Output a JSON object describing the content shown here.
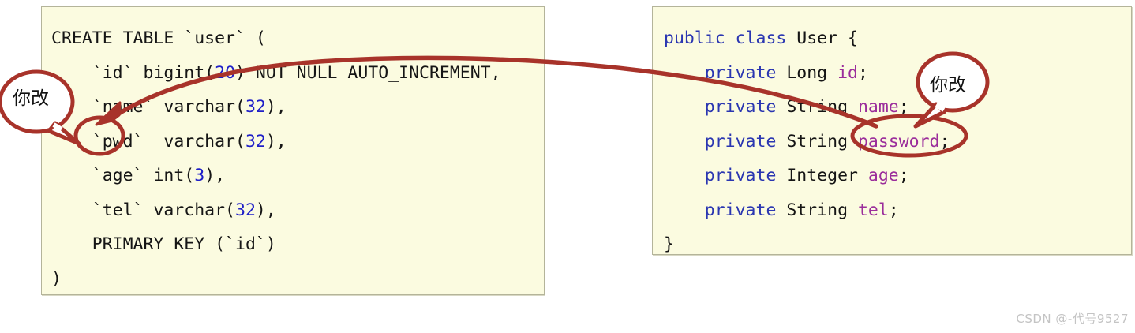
{
  "theme": {
    "panel_background": "#fbfbe0",
    "panel_border": "#b4b49a",
    "annotation_color": "#a8332a",
    "keyword_color": "#2a36b1",
    "number_color": "#2020c8",
    "field_color": "#9b2d9b",
    "text_color": "#1a1a1a",
    "page_background": "#ffffff",
    "watermark_color": "#c4c4c4"
  },
  "sql_panel": {
    "name": "sql-create-table-snippet",
    "language": "sql",
    "lines": [
      {
        "indent": 0,
        "tokens": [
          {
            "text": "CREATE TABLE `user` (",
            "type": "plain"
          }
        ]
      },
      {
        "indent": 1,
        "tokens": [
          {
            "text": "`id` bigint(",
            "type": "plain"
          },
          {
            "text": "20",
            "type": "number"
          },
          {
            "text": ") NOT NULL AUTO_INCREMENT,",
            "type": "plain"
          }
        ]
      },
      {
        "indent": 1,
        "tokens": [
          {
            "text": "`name` varchar(",
            "type": "plain"
          },
          {
            "text": "32",
            "type": "number"
          },
          {
            "text": "),",
            "type": "plain"
          }
        ]
      },
      {
        "indent": 1,
        "tokens": [
          {
            "text": "`pwd`  varchar(",
            "type": "plain"
          },
          {
            "text": "32",
            "type": "number"
          },
          {
            "text": "),",
            "type": "plain"
          }
        ]
      },
      {
        "indent": 1,
        "tokens": [
          {
            "text": "`age` int(",
            "type": "plain"
          },
          {
            "text": "3",
            "type": "number"
          },
          {
            "text": "),",
            "type": "plain"
          }
        ]
      },
      {
        "indent": 1,
        "tokens": [
          {
            "text": "`tel` varchar(",
            "type": "plain"
          },
          {
            "text": "32",
            "type": "number"
          },
          {
            "text": "),",
            "type": "plain"
          }
        ]
      },
      {
        "indent": 1,
        "tokens": [
          {
            "text": "PRIMARY KEY (`id`)",
            "type": "plain"
          }
        ]
      },
      {
        "indent": 0,
        "tokens": [
          {
            "text": ")",
            "type": "plain"
          }
        ]
      }
    ]
  },
  "java_panel": {
    "name": "java-entity-class-snippet",
    "language": "java",
    "lines": [
      {
        "indent": 0,
        "tokens": [
          {
            "text": "public class ",
            "type": "keyword"
          },
          {
            "text": "User {",
            "type": "plain"
          }
        ]
      },
      {
        "indent": 1,
        "tokens": [
          {
            "text": "private ",
            "type": "keyword"
          },
          {
            "text": "Long ",
            "type": "plain"
          },
          {
            "text": "id",
            "type": "field"
          },
          {
            "text": ";",
            "type": "plain"
          }
        ]
      },
      {
        "indent": 1,
        "tokens": [
          {
            "text": "private ",
            "type": "keyword"
          },
          {
            "text": "String ",
            "type": "plain"
          },
          {
            "text": "name",
            "type": "field"
          },
          {
            "text": ";",
            "type": "plain"
          }
        ]
      },
      {
        "indent": 1,
        "tokens": [
          {
            "text": "private ",
            "type": "keyword"
          },
          {
            "text": "String ",
            "type": "plain"
          },
          {
            "text": "password",
            "type": "field"
          },
          {
            "text": ";",
            "type": "plain"
          }
        ]
      },
      {
        "indent": 1,
        "tokens": [
          {
            "text": "private ",
            "type": "keyword"
          },
          {
            "text": "Integer ",
            "type": "plain"
          },
          {
            "text": "age",
            "type": "field"
          },
          {
            "text": ";",
            "type": "plain"
          }
        ]
      },
      {
        "indent": 1,
        "tokens": [
          {
            "text": "private ",
            "type": "keyword"
          },
          {
            "text": "String ",
            "type": "plain"
          },
          {
            "text": "tel",
            "type": "field"
          },
          {
            "text": ";",
            "type": "plain"
          }
        ]
      },
      {
        "indent": 0,
        "tokens": [
          {
            "text": "}",
            "type": "plain"
          }
        ]
      }
    ]
  },
  "annotations": {
    "callout_left": {
      "label": "你改",
      "target": "pwd"
    },
    "callout_right": {
      "label": "你改",
      "target": "password"
    },
    "circle_left_label": "pwd",
    "circle_right_label": "password",
    "arrow": {
      "from": "password",
      "to": "pwd",
      "style": "curved-arrow"
    }
  },
  "watermark": {
    "text": "CSDN @-代号9527"
  }
}
